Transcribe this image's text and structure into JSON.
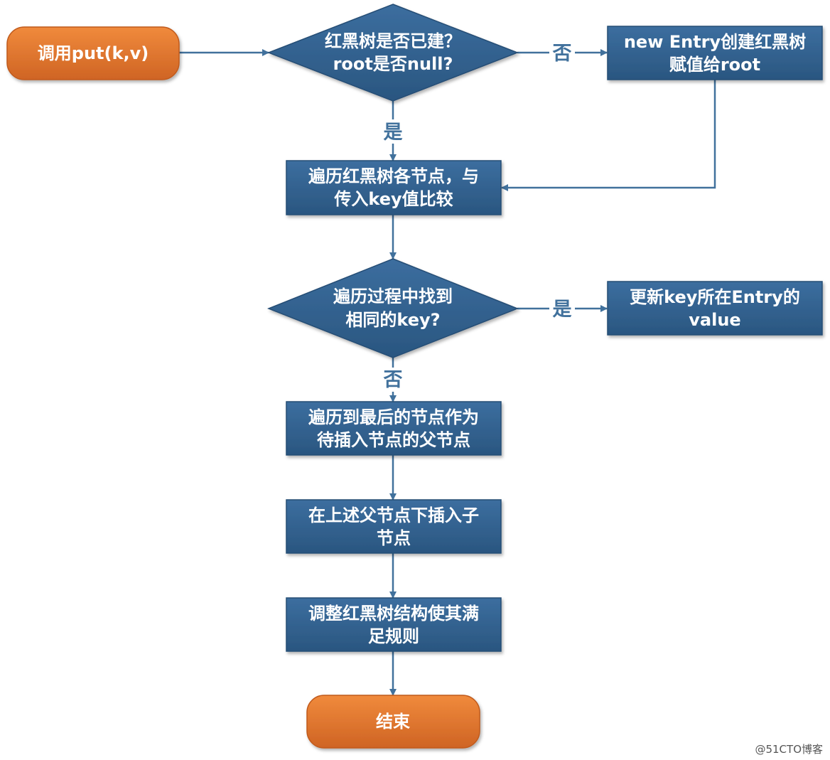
{
  "nodes": {
    "start": "调用put(k,v)",
    "check_root_l1": "红黑树是否已建？",
    "check_root_l2": "root是否null?",
    "create_l1": "new Entry创建红黑树",
    "create_l2": "赋值给root",
    "traverse_l1": "遍历红黑树各节点，与",
    "traverse_l2": "传入key值比较",
    "found_l1": "遍历过程中找到",
    "found_l2": "相同的key?",
    "update_l1": "更新key所在Entry的",
    "update_l2": "value",
    "last_l1": "遍历到最后的节点作为",
    "last_l2": "待插入节点的父节点",
    "insert_l1": "在上述父节点下插入子",
    "insert_l2": "节点",
    "adjust_l1": "调整红黑树结构使其满",
    "adjust_l2": "足规则",
    "end": "结束"
  },
  "edges": {
    "no_1": "否",
    "yes_1": "是",
    "yes_2": "是",
    "no_2": "否"
  },
  "watermark": "@51CTO博客",
  "colors": {
    "terminal": "#d96b2a",
    "process": "#2f5f8c",
    "decision": "#2f5f8c",
    "connector": "#41719c",
    "text": "#ffffff"
  }
}
